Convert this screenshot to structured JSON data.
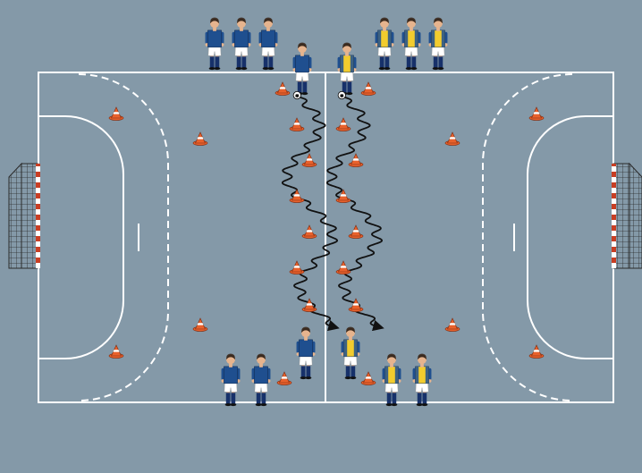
{
  "colors": {
    "floor": "#8499a8",
    "lines": "#ffffff",
    "team_a_shirt": "#1f4f8f",
    "team_b_shirt": "#f2cc2e",
    "team_b_trim": "#1f4f8f",
    "shorts": "#ffffff",
    "socks": "#17316a",
    "skin": "#e6b48e",
    "hair": "#3b2a1e",
    "cone": "#e8612c",
    "cone_stripe": "#ffffff",
    "goal_post_red": "#c83e24",
    "goal_net": "#2a2a2a",
    "path": "#111111"
  },
  "icons": {
    "player_team_a": "player-blue-shirt-icon",
    "player_team_b": "player-yellow-bib-icon",
    "cone": "training-cone-icon",
    "ball": "football-icon",
    "goal": "handball-goal-icon",
    "path": "dribble-path-arrow"
  },
  "diagram": {
    "pitch": "handball court",
    "players": [
      {
        "team": "a",
        "group": "waiting-top"
      },
      {
        "team": "a",
        "group": "waiting-top"
      },
      {
        "team": "a",
        "group": "waiting-top"
      },
      {
        "team": "a",
        "group": "active-top",
        "has_ball": true
      },
      {
        "team": "b",
        "group": "active-top",
        "has_ball": true
      },
      {
        "team": "b",
        "group": "waiting-top"
      },
      {
        "team": "b",
        "group": "waiting-top"
      },
      {
        "team": "b",
        "group": "waiting-top"
      },
      {
        "team": "a",
        "group": "waiting-bottom"
      },
      {
        "team": "a",
        "group": "waiting-bottom"
      },
      {
        "team": "a",
        "group": "arrival-bottom"
      },
      {
        "team": "b",
        "group": "arrival-bottom"
      },
      {
        "team": "b",
        "group": "waiting-bottom"
      },
      {
        "team": "b",
        "group": "waiting-bottom"
      }
    ],
    "cone_count": 24,
    "goal_count": 2,
    "dribble_lanes": 2
  }
}
